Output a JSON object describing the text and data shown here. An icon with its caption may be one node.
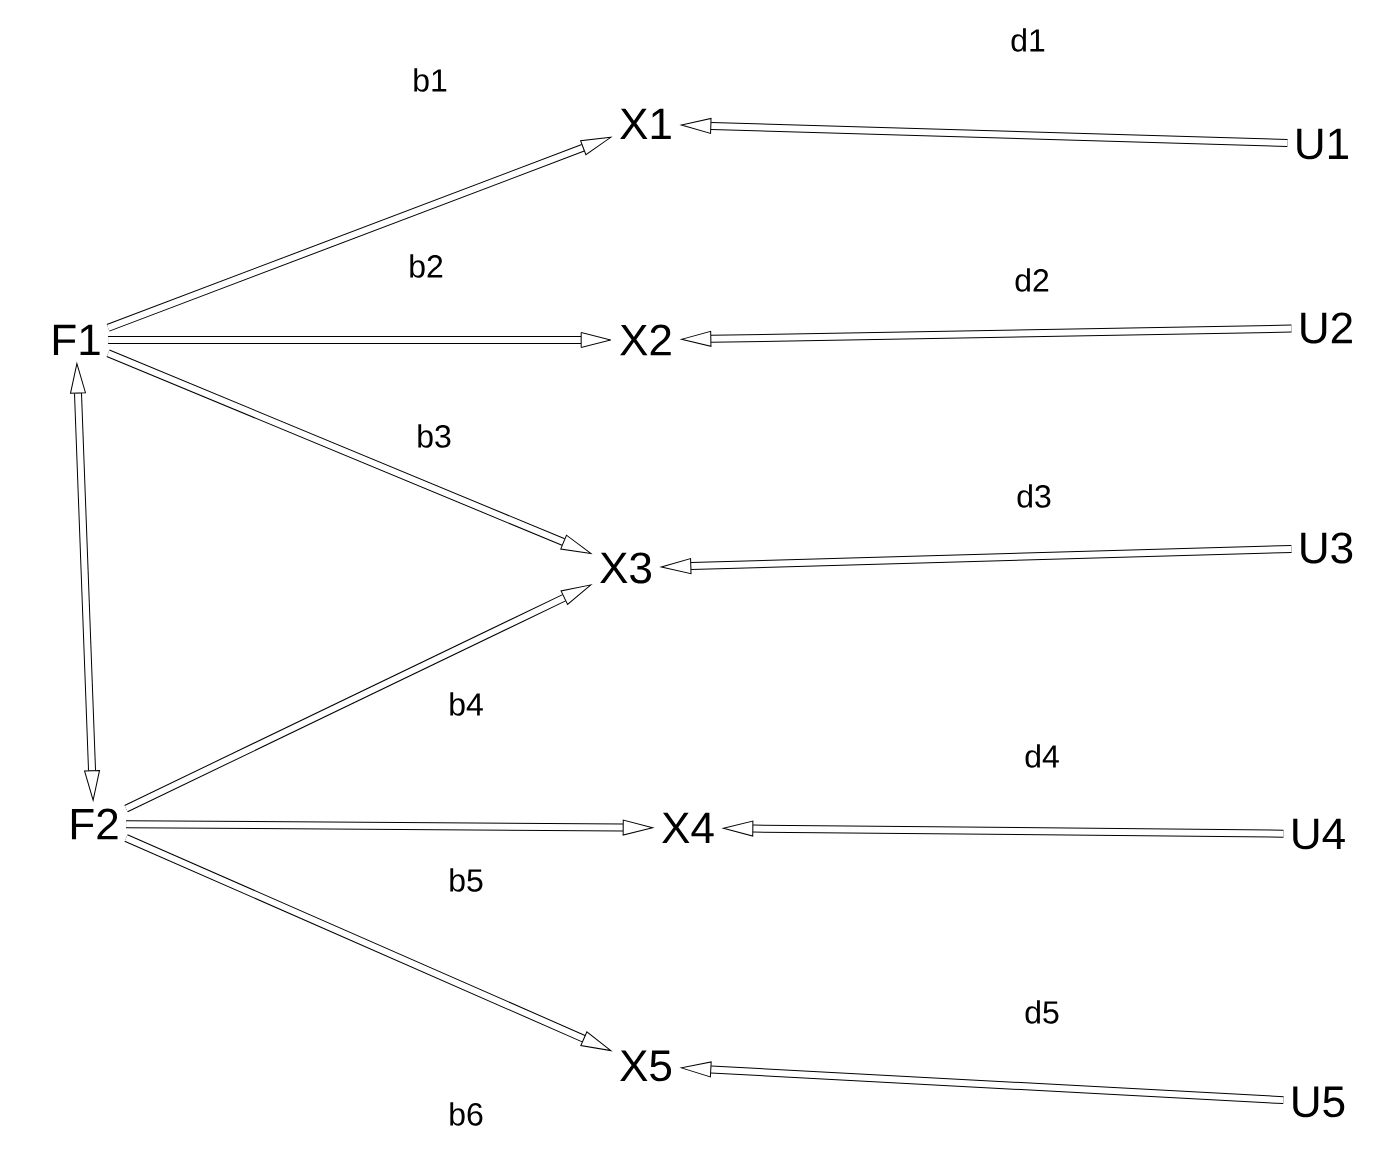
{
  "diagram": {
    "nodes": [
      {
        "text": [
          "F1"
        ]
      },
      {
        "text": [
          "F2"
        ]
      },
      {
        "text": [
          "X1"
        ]
      },
      {
        "text": [
          "X2"
        ]
      },
      {
        "text": [
          "X3"
        ]
      },
      {
        "text": [
          "X4"
        ]
      },
      {
        "text": [
          "X5"
        ]
      },
      {
        "text": [
          "U1"
        ]
      },
      {
        "text": [
          "U2"
        ]
      },
      {
        "text": [
          "U3"
        ]
      },
      {
        "text": [
          "U4"
        ]
      },
      {
        "text": [
          "U5"
        ]
      }
    ],
    "edges": [
      {
        "from": 0,
        "to": 2,
        "arrow": "to",
        "label": "b1"
      },
      {
        "from": 0,
        "to": 3,
        "arrow": "to",
        "label": "b2"
      },
      {
        "from": 0,
        "to": 4,
        "arrow": "to",
        "label": "b3"
      },
      {
        "from": 1,
        "to": 4,
        "arrow": "to",
        "label": "b4"
      },
      {
        "from": 1,
        "to": 5,
        "arrow": "to",
        "label": "b5"
      },
      {
        "from": 1,
        "to": 6,
        "arrow": "to",
        "label": "b6"
      },
      {
        "from": 0,
        "to": 1,
        "arrow": "both"
      },
      {
        "from": 7,
        "to": 2,
        "arrow": "to",
        "label": "d1"
      },
      {
        "from": 8,
        "to": 3,
        "arrow": "to",
        "label": "d2"
      },
      {
        "from": 9,
        "to": 4,
        "arrow": "to",
        "label": "d3"
      },
      {
        "from": 10,
        "to": 5,
        "arrow": "to",
        "label": "d4"
      },
      {
        "from": 11,
        "to": 6,
        "arrow": "to",
        "label": "d5"
      }
    ]
  }
}
